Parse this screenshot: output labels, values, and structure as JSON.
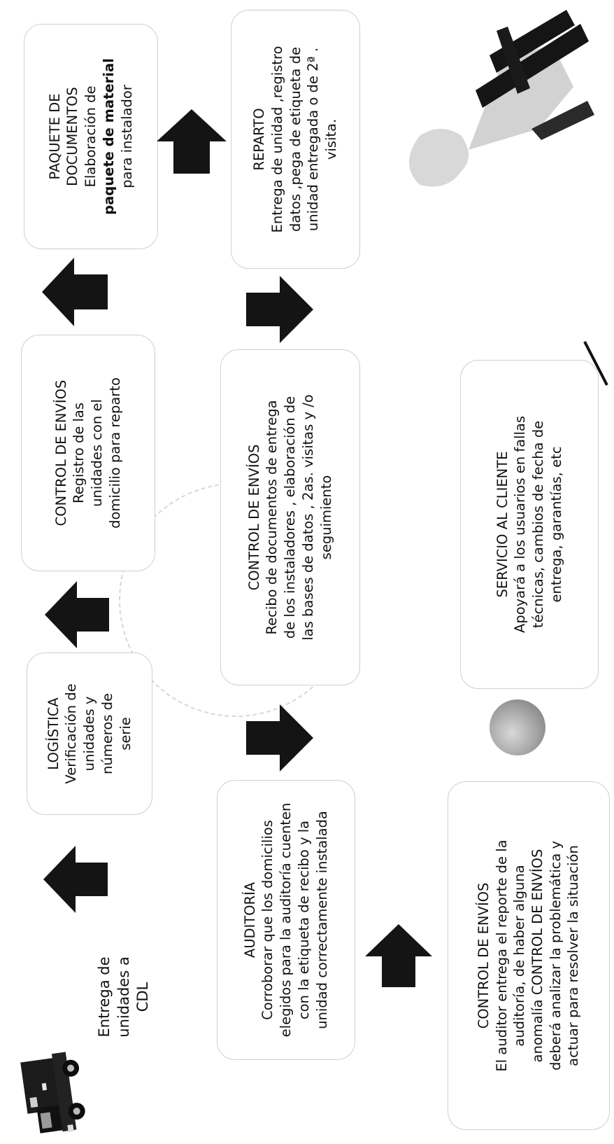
{
  "intro": {
    "lines": [
      "Entrega de",
      "unidades a",
      "CDL"
    ]
  },
  "logistica": {
    "lines": [
      "LOGÍSTICA",
      "Verificación de",
      "unidades y",
      "números de",
      "serie"
    ]
  },
  "control_registro": {
    "lines": [
      "CONTROL DE ENVÍOS",
      "Registro de las",
      "unidades con el",
      "domicilio para reparto"
    ]
  },
  "paquete": {
    "lines": [
      "PAQUETE DE",
      "DOCUMENTOS",
      "Elaboración de"
    ],
    "bold_line": "paquete de material",
    "last_line": "para instalador"
  },
  "reparto": {
    "lines": [
      "REPARTO",
      "Entrega de unidad ,registro",
      "datos ,pega de etiqueta de",
      "unidad entregada  o de 2ª .",
      "visita."
    ]
  },
  "control_recibo": {
    "lines": [
      "CONTROL DE ENVÍOS",
      "Recibo de documentos de entrega",
      "de los instaladores , elaboración de",
      "las bases de datos , 2as. visitas y /o",
      "seguimiento"
    ]
  },
  "auditoria": {
    "lines": [
      "AUDITORÍA",
      "Corroborar que los domicilios",
      "elegidos para la auditoría cuenten",
      "con la etiqueta de recibo y la",
      "unidad correctamente instalada"
    ]
  },
  "control_auditor": {
    "lines": [
      "CONTROL DE ENVÍOS",
      "El auditor entrega el reporte de la",
      "auditoría, de haber alguna",
      "anomalía CONTROL DE ENVÍOS",
      "deberá analizar la problemática y",
      "actuar para resolver la situación"
    ]
  },
  "servicio": {
    "lines": [
      "SERVICIO AL CLIENTE",
      "Apoyará a los usuarios en fallas",
      "técnicas, cambios de fecha de",
      "entrega, garantías, etc"
    ]
  },
  "colors": {
    "arrow": "#141414",
    "box_border": "#cfcfcf",
    "text": "#111111"
  }
}
